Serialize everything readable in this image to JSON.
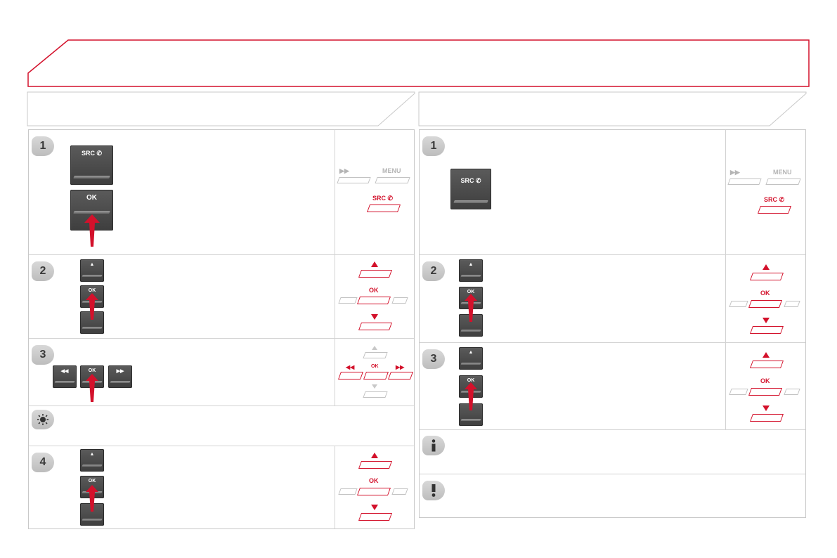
{
  "colors": {
    "accent": "#d3112b",
    "panel_border": "#c9c9c9",
    "badge": "#c8c8c8"
  },
  "left": {
    "steps": [
      "1",
      "2",
      "3",
      "4"
    ],
    "step1": {
      "src_label": "SRC",
      "ok_label": "OK"
    },
    "step2": {
      "ok_label": "OK",
      "up_icon": "triangle-up-icon",
      "down_icon": "triangle-down-icon"
    },
    "step3": {
      "ok_label": "OK",
      "prev_icon": "rewind-icon",
      "next_icon": "fast-forward-icon"
    },
    "tip_icon": "light-bulb-icon",
    "step4": {
      "ok_label": "OK"
    }
  },
  "right": {
    "steps": [
      "1",
      "2",
      "3"
    ],
    "step1": {
      "src_label": "SRC"
    },
    "step2": {
      "ok_label": "OK"
    },
    "step3": {
      "ok_label": "OK"
    },
    "info_icon": "info-icon",
    "warning_icon": "exclamation-icon"
  },
  "schematic": {
    "menu_label": "MENU",
    "src_label": "SRC",
    "ok_label": "OK"
  }
}
